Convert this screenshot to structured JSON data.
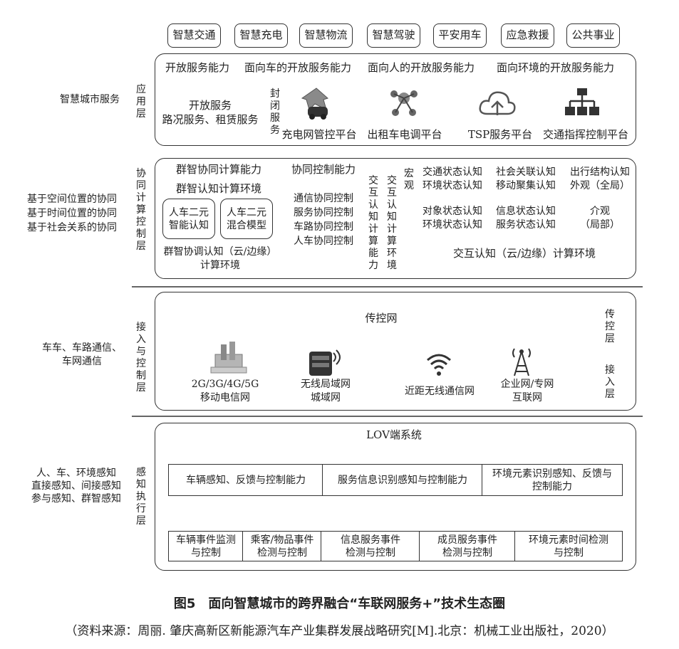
{
  "top_services": [
    "智慧交通",
    "智慧充电",
    "智慧物流",
    "智慧驾驶",
    "平安用车",
    "应急救援",
    "公共事业"
  ],
  "app_layer": {
    "left_label": "智慧城市服务",
    "layer_name": "应用层",
    "open_header": [
      "开放服务能力",
      "面向车的开放服务能力",
      "面向人的开放服务能力",
      "面向环境的开放服务能力"
    ],
    "open_service": "开放服务\n路况服务、租赁服务",
    "closed_service": "封闭服务",
    "platforms": [
      "充电网管控平台",
      "出租车电调平台",
      "TSP服务平台",
      "交通指挥控制平台"
    ]
  },
  "compute_layer": {
    "left_labels": [
      "基于空间位置的协同",
      "基于时间位置的协同",
      "基于社会关系的协同"
    ],
    "layer_name": "协同计算控制层",
    "swarm_compute": "群智协同计算能力",
    "swarm_env": "群智认知计算环境",
    "model1": "人车二元\n智能认知",
    "model2": "人车二元\n混合模型",
    "swarm_bottom": "群智协调认知（云/边缘）\n计算环境",
    "coop_control": "协同控制能力",
    "coop_items": [
      "通信协同控制",
      "服务协同控制",
      "车路协同控制",
      "人车协同控制"
    ],
    "interact_ability": "交互认知计算能力",
    "interact_env": "交互认知计算环境",
    "macro": "宏观",
    "macro_rows": [
      [
        "交通状态认知\n环境状态认知",
        "社会关联认知\n移动聚集认知",
        "出行结构认知\n外观（全局）"
      ]
    ],
    "meso_rows": [
      [
        "对象状态认知\n环境状态认知",
        "信息状态认知\n服务状态认知",
        "介观\n（局部）"
      ]
    ],
    "interact_bottom": "交互认知（云/边缘）计算环境"
  },
  "access_layer": {
    "left_label": "车车、车路通信、\n车网通信",
    "layer_name": "接入与控制层",
    "right_label_1": "传控层",
    "right_label_2": "接入层",
    "ellipse_label": "传控网",
    "networks": [
      "2G/3G/4G/5G\n移动电信网",
      "无线局域网\n城域网",
      "近距无线通信网",
      "企业网/专网\n互联网"
    ]
  },
  "sense_layer": {
    "left_label": "人、车、环境感知\n直接感知、间接感知\n参与感知、群智感知",
    "layer_name": "感知执行层",
    "root": "LOV端系统",
    "mid": [
      "车辆感知、反馈与控制能力",
      "服务信息识别感知与控制能力",
      "环境元素识别感知、反馈与\n控制能力"
    ],
    "leaves": [
      "车辆事件监测\n与控制",
      "乘客/物品事件\n检测与控制",
      "信息服务事件\n检测与控制",
      "成员服务事件\n检测与控制",
      "环境元素时间检测\n与控制"
    ]
  },
  "caption": "图5　面向智慧城市的跨界融合“车联网服务+”技术生态圈",
  "source": "（资料来源：周丽. 肇庆高新区新能源汽车产业集群发展战略研究[M].北京：机械工业出版社，2020）"
}
